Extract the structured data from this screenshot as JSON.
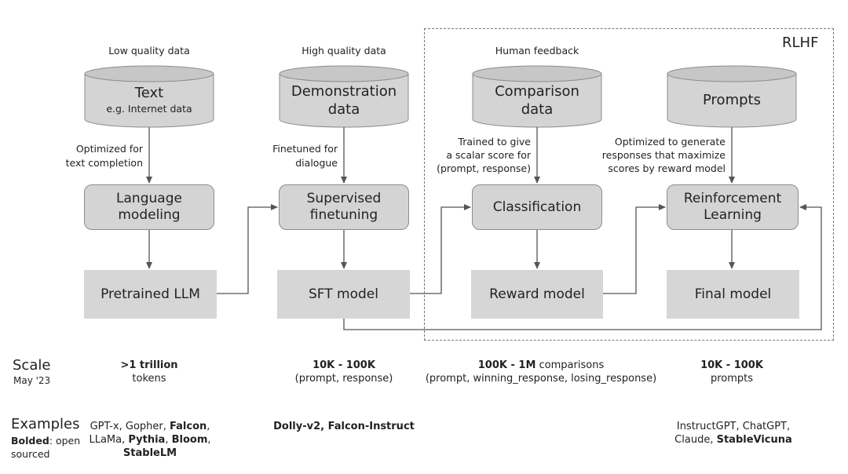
{
  "rlhf_label": "RLHF",
  "sources": [
    {
      "header": "Low quality data",
      "title": "Text",
      "subtitle": "e.g. Internet data"
    },
    {
      "header": "High quality data",
      "title": "Demonstration",
      "title2": "data"
    },
    {
      "header": "Human feedback",
      "title": "Comparison",
      "title2": "data"
    },
    {
      "title": "Prompts"
    }
  ],
  "edges": {
    "e1_l1": "Optimized for",
    "e1_l2": "text completion",
    "e2_l1": "Finetuned for",
    "e2_l2": "dialogue",
    "e3_l1": "Trained to give",
    "e3_l2": "a scalar score for",
    "e3_l3": "(prompt, response)",
    "e4_l1": "Optimized to generate",
    "e4_l2": "responses that maximize",
    "e4_l3": "scores by reward model"
  },
  "processes": [
    {
      "l1": "Language",
      "l2": "modeling"
    },
    {
      "l1": "Supervised",
      "l2": "finetuning"
    },
    {
      "l1": "Classification"
    },
    {
      "l1": "Reinforcement",
      "l2": "Learning"
    }
  ],
  "models": [
    "Pretrained LLM",
    "SFT model",
    "Reward model",
    "Final model"
  ],
  "scale": {
    "label": "Scale",
    "sub": "May '23",
    "c1_b": ">1 trillion",
    "c1_n": "tokens",
    "c2_b": "10K - 100K",
    "c2_n": "(prompt, response)",
    "c3_b": "100K - 1M",
    "c3_t": " comparisons",
    "c3_n": "(prompt, winning_response, losing_response)",
    "c4_b": "10K - 100K",
    "c4_n": "prompts"
  },
  "examples": {
    "label": "Examples",
    "sub_b": "Bolded",
    "sub_t1": ": open",
    "sub_t2": "sourced",
    "c1_a": "GPT-x, Gopher, ",
    "c1_b": "Falcon",
    "c1_c": ",",
    "c1_d": "LLaMa, ",
    "c1_e": "Pythia",
    "c1_f": ", ",
    "c1_g": "Bloom",
    "c1_h": ",",
    "c1_i": "StableLM",
    "c2": "Dolly-v2, Falcon-Instruct",
    "c4_a": "InstructGPT, ChatGPT,",
    "c4_b": "Claude, ",
    "c4_c": "StableVicuna"
  },
  "colors": {
    "fill": "#d4d4d4",
    "stroke": "#8c8c8c",
    "arrow": "#555555"
  }
}
